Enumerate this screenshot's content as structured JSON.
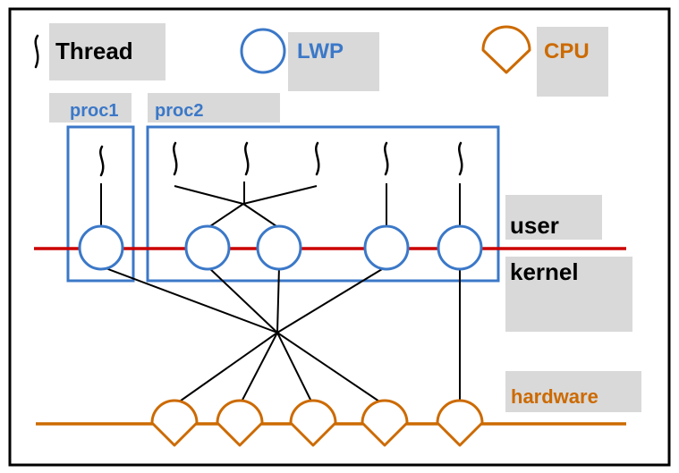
{
  "legend": {
    "thread_label": "Thread",
    "lwp_label": "LWP",
    "cpu_label": "CPU"
  },
  "processes": {
    "proc1_label": "proc1",
    "proc2_label": "proc2"
  },
  "layers": {
    "user_label": "user",
    "kernel_label": "kernel",
    "hardware_label": "hardware"
  },
  "colors": {
    "lwp": "#3b78c8",
    "cpu": "#cc6a00",
    "kernel_line": "#cc0000",
    "label_background": "#d9d9d9"
  }
}
